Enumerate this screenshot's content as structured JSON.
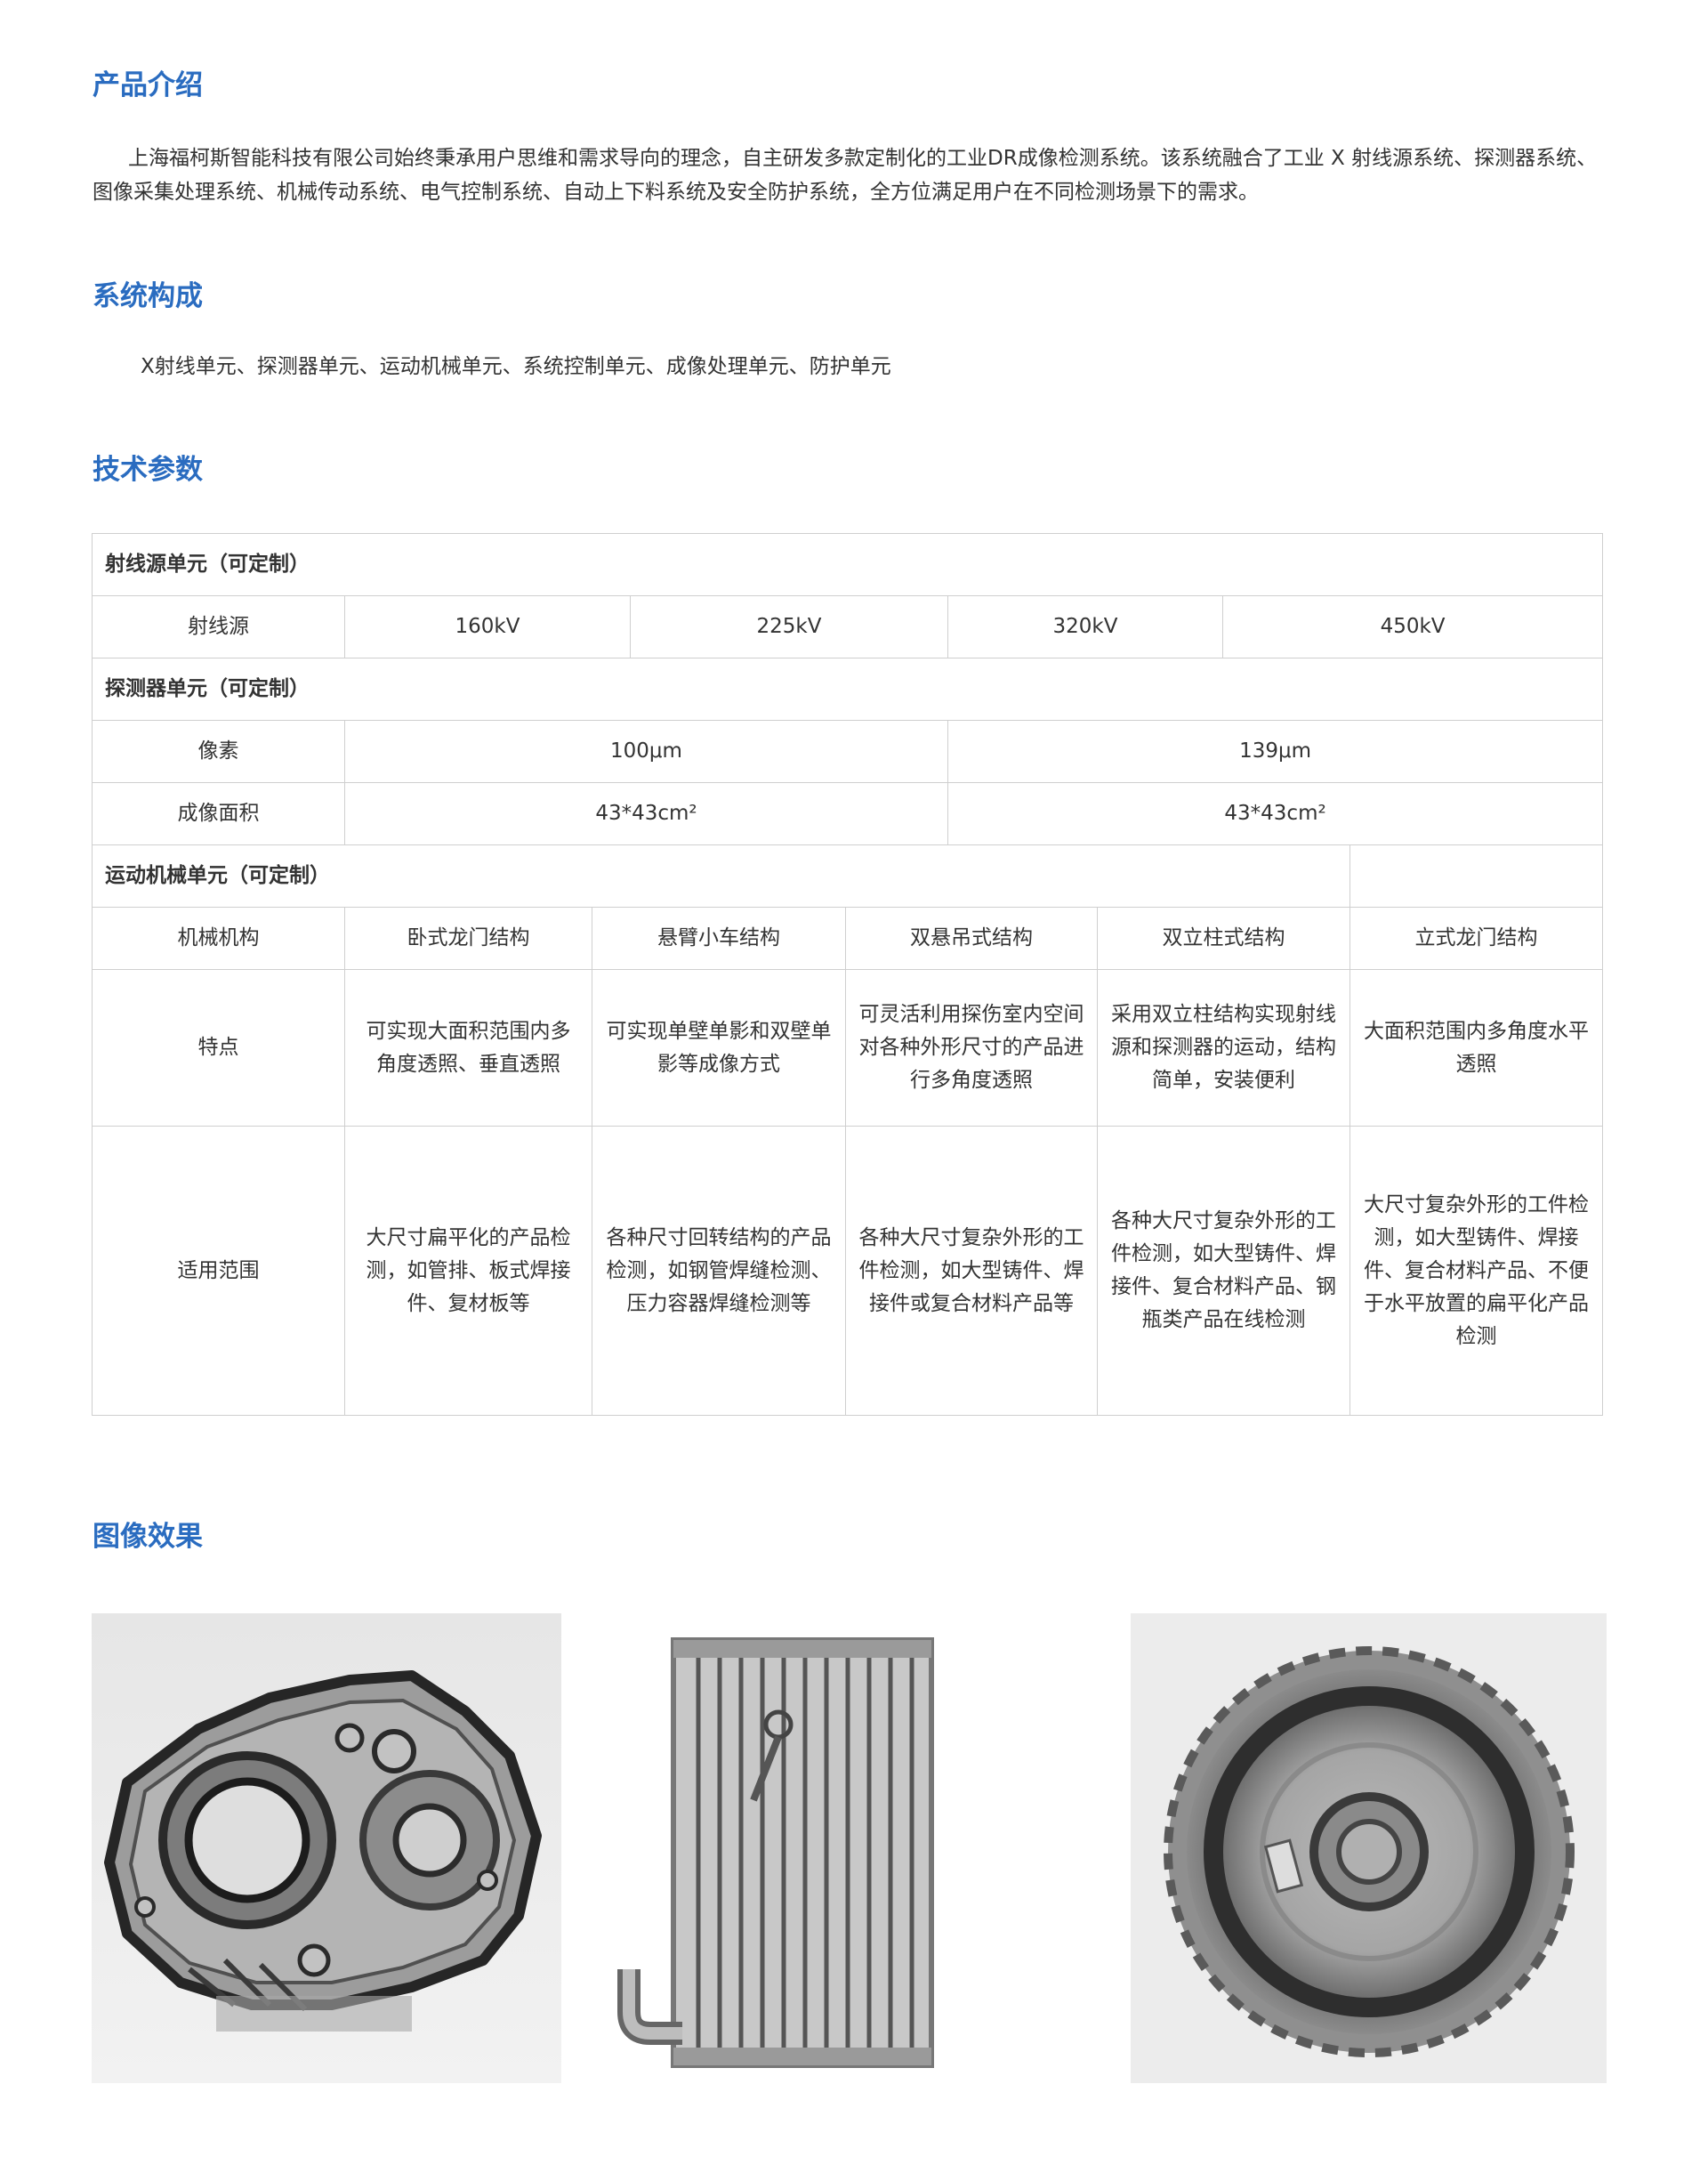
{
  "sections": {
    "intro_title": "产品介绍",
    "intro_text": "上海福柯斯智能科技有限公司始终秉承用户思维和需求导向的理念，自主研发多款定制化的工业DR成像检测系统。该系统融合了工业 X 射线源系统、探测器系统、图像采集处理系统、机械传动系统、电气控制系统、自动上下料系统及安全防护系统，全方位满足用户在不同检测场景下的需求。",
    "system_title": "系统构成",
    "system_text": "X射线单元、探测器单元、运动机械单元、系统控制单元、成像处理单元、防护单元",
    "params_title": "技术参数",
    "image_title": "图像效果"
  },
  "table": {
    "xray_section": "射线源单元（可定制）",
    "xray_label": "射线源",
    "xray_values": [
      "160kV",
      "225kV",
      "320kV",
      "450kV"
    ],
    "detector_section": "探测器单元（可定制）",
    "pixel_label": "像素",
    "pixel_values": [
      "100μm",
      "139μm"
    ],
    "area_label": "成像面积",
    "area_values": [
      "43*43cm²",
      "43*43cm²"
    ],
    "motion_section": "运动机械单元（可定制）",
    "mechanism_label": "机械机构",
    "mechanisms": [
      "卧式龙门结构",
      "悬臂小车结构",
      "双悬吊式结构",
      "双立柱式结构",
      "立式龙门结构"
    ],
    "feature_label": "特点",
    "features": [
      "可实现大面积范围内多角度透照、垂直透照",
      "可实现单壁单影和双壁单影等成像方式",
      "可灵活利用探伤室内空间对各种外形尺寸的产品进行多角度透照",
      "采用双立柱结构实现射线源和探测器的运动，结构简单，安装便利",
      "大面积范围内多角度水平透照"
    ],
    "scope_label": "适用范围",
    "scopes": [
      "大尺寸扁平化的产品检测，如管排、板式焊接件、复材板等",
      "各种尺寸回转结构的产品检测，如钢管焊缝检测、压力容器焊缝检测等",
      "各种大尺寸复杂外形的工件检测，如大型铸件、焊接件或复合材料产品等",
      "各种大尺寸复杂外形的工件检测，如大型铸件、焊接件、复合材料产品、钢瓶类产品在线检测",
      "大尺寸复杂外形的工件检测，如大型铸件、焊接件、复合材料产品、不便于水平放置的扁平化产品检测"
    ]
  },
  "colors": {
    "heading": "#2a6cc0",
    "text": "#333333",
    "border": "#cfcfcf"
  }
}
